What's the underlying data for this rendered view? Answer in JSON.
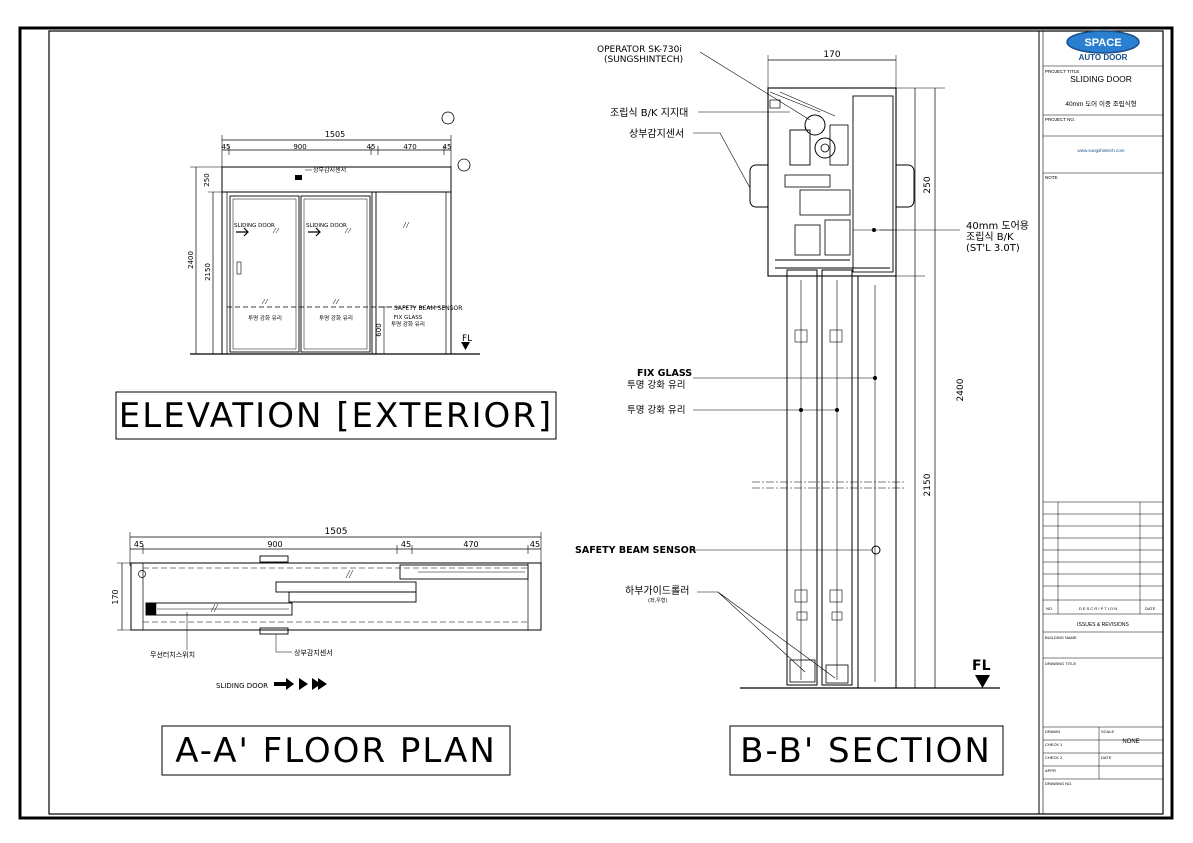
{
  "titles": {
    "elevation": "ELEVATION [EXTERIOR]",
    "floor_plan": "A-A' FLOOR PLAN",
    "section": "B-B' SECTION"
  },
  "elevation": {
    "dim_total": "1505",
    "dim_45a": "45",
    "dim_900": "900",
    "dim_45b": "45",
    "dim_470": "470",
    "dim_45c": "45",
    "dim_250": "250",
    "dim_2400": "2400",
    "dim_2150": "2150",
    "dim_600": "600",
    "sensor_label": "상부감지센서",
    "sliding_door_1": "SLIDING DOOR",
    "sliding_door_2": "SLIDING DOOR",
    "glass_1": "투명 강화 유리",
    "glass_2": "투명 강화 유리",
    "fix_glass": "FIX GLASS",
    "fix_glass_kr": "투명 강화 유리",
    "safety_beam": "SAFETY BEAM SENSOR",
    "fl": "FL"
  },
  "floor_plan": {
    "dim_total": "1505",
    "dim_45a": "45",
    "dim_900": "900",
    "dim_45b": "45",
    "dim_470": "470",
    "dim_45c": "45",
    "dim_170": "170",
    "touch_switch": "무선터치스위치",
    "sensor": "상부감지센서",
    "sliding_door": "SLIDING DOOR"
  },
  "section": {
    "dim_170": "170",
    "dim_250": "250",
    "dim_2400": "2400",
    "dim_2150": "2150",
    "operator_1": "OPERATOR SK-730i",
    "operator_2": "(SUNGSHINTECH)",
    "bracket": "조립식 B/K 지지대",
    "sensor": "상부감지센서",
    "bk_1": "40mm 도어용",
    "bk_2": "조립식 B/K",
    "bk_3": "(ST'L 3.0T)",
    "fix_glass": "FIX GLASS",
    "fix_glass_kr": "투명 강화 유리",
    "glass_kr": "투명 강화 유리",
    "safety_beam": "SAFETY BEAM SENSOR",
    "roller": "하부가이드롤러",
    "roller_sub": "(좌,우형)",
    "fl": "FL"
  },
  "title_block": {
    "logo_top": "SPACE",
    "logo_bottom": "AUTO DOOR",
    "project_title_label": "PROJECT TITLE",
    "project_title": "SLIDING DOOR",
    "project_subtitle": "40mm 도어 이중 조립식형",
    "project_no_label": "PROJECT NO.",
    "website": "www.sungshintech.com",
    "note_label": "NOTE",
    "col_no": "NO.",
    "col_desc": "D E S C R I P T I O N",
    "col_date": "DATE",
    "issues": "ISSUES & REVISIONS",
    "building_name": "BUILDING NAME",
    "drawing_title": "DRAWING TITLE",
    "drawn": "DRAWN",
    "scale": "SCALE",
    "scale_value": "NONE",
    "check1": "CHECK 1",
    "check2": "CHECK 2",
    "date": "DATE",
    "appr": "APPR",
    "drawing_no": "DRAWING NO."
  }
}
